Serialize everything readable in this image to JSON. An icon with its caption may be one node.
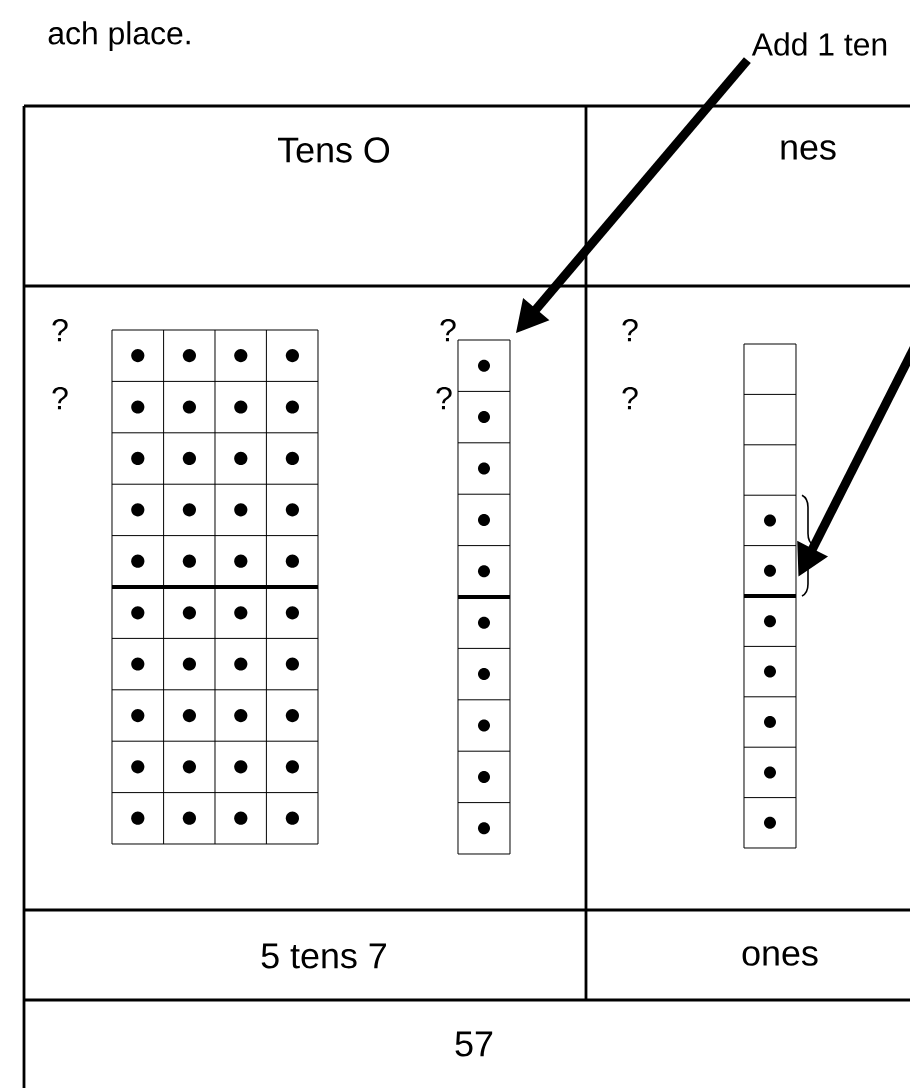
{
  "diagram": {
    "nodes": [
      {
        "text": [
          "Add 1 ten"
        ]
      },
      {
        "text": [],
        "shape": "bar"
      },
      {
        "text": [],
        "shape": "bar"
      }
    ],
    "edges": [
      {
        "from": 0,
        "to": 1,
        "arrow": "to"
      },
      {
        "from": null,
        "to": 2,
        "arrow": "to"
      }
    ],
    "labels": [
      "ach place.",
      "Tens O",
      "nes",
      "?",
      "?",
      "?",
      "?",
      "?",
      "?",
      "5 tens 7",
      "ones",
      "57"
    ]
  }
}
